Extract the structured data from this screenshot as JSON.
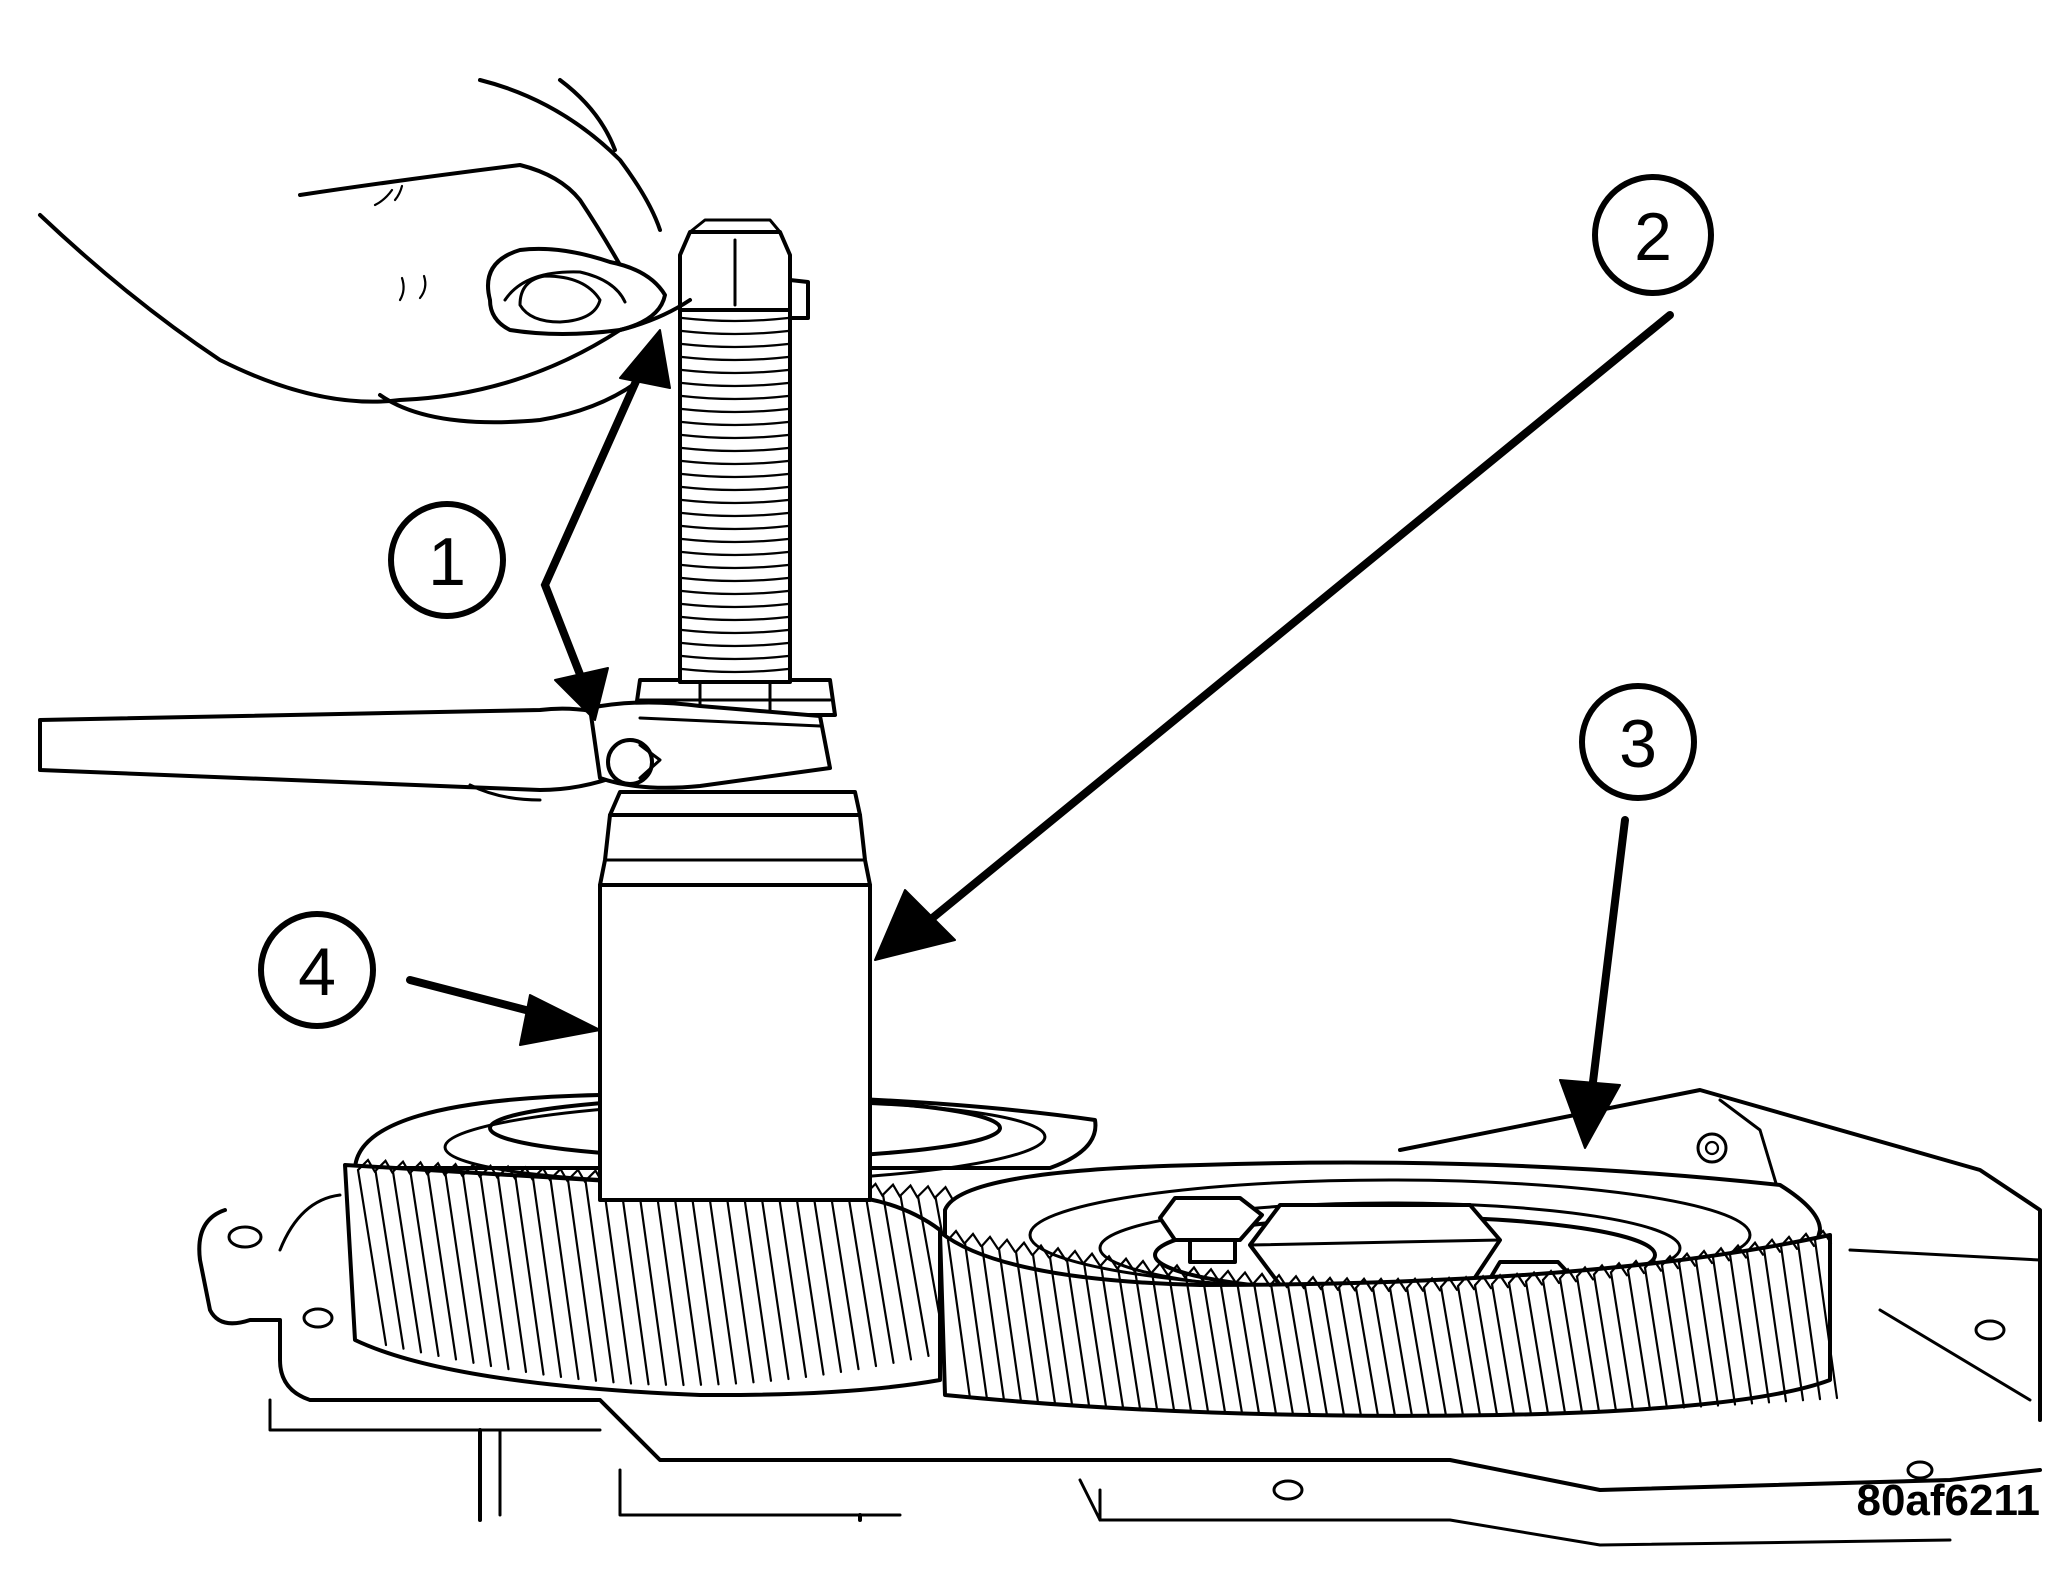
{
  "figure_id": "80af6211",
  "callouts": [
    {
      "label": "1"
    },
    {
      "label": "2"
    },
    {
      "label": "3"
    },
    {
      "label": "4"
    }
  ]
}
